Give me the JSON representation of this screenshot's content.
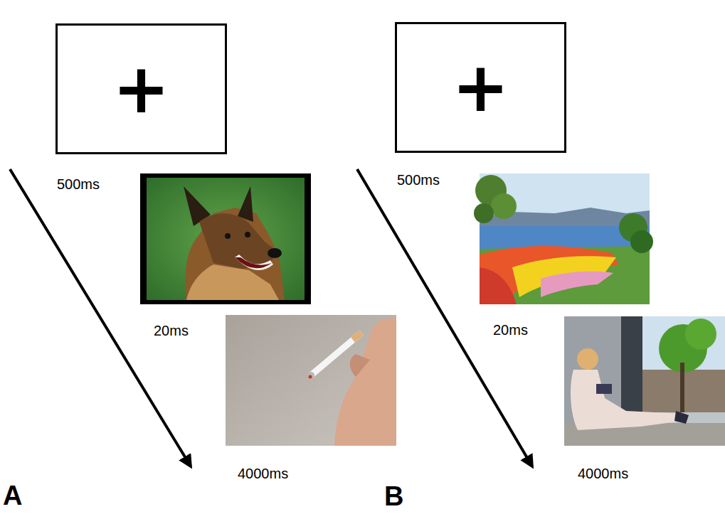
{
  "diagram": {
    "nodes": [
      {
        "text": [
          "+"
        ]
      },
      {
        "text": [
          "+"
        ]
      }
    ],
    "labels": [
      "500ms",
      "20ms",
      "4000ms",
      "A",
      "500ms",
      "20ms",
      "4000ms",
      "B"
    ]
  }
}
